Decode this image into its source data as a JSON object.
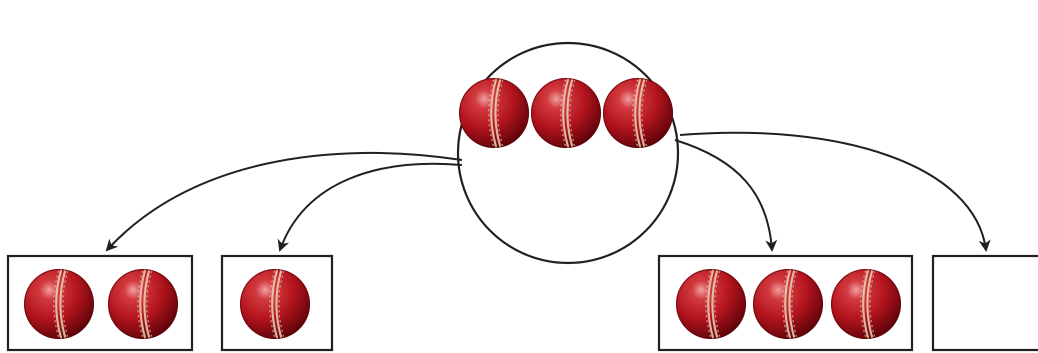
{
  "diagram": {
    "description_colors": {
      "ball_base": "#b3141d",
      "ball_dark": "#5a0208",
      "ball_highlight": "#f0a0a0",
      "seam": "#e9d3b8",
      "stroke": "#231f20"
    },
    "source_group": {
      "shape": "circle",
      "ball_count": 3
    },
    "partitions": [
      {
        "ball_count": 2
      },
      {
        "ball_count": 1
      },
      {
        "ball_count": 3
      },
      {
        "ball_count": 0
      }
    ]
  }
}
